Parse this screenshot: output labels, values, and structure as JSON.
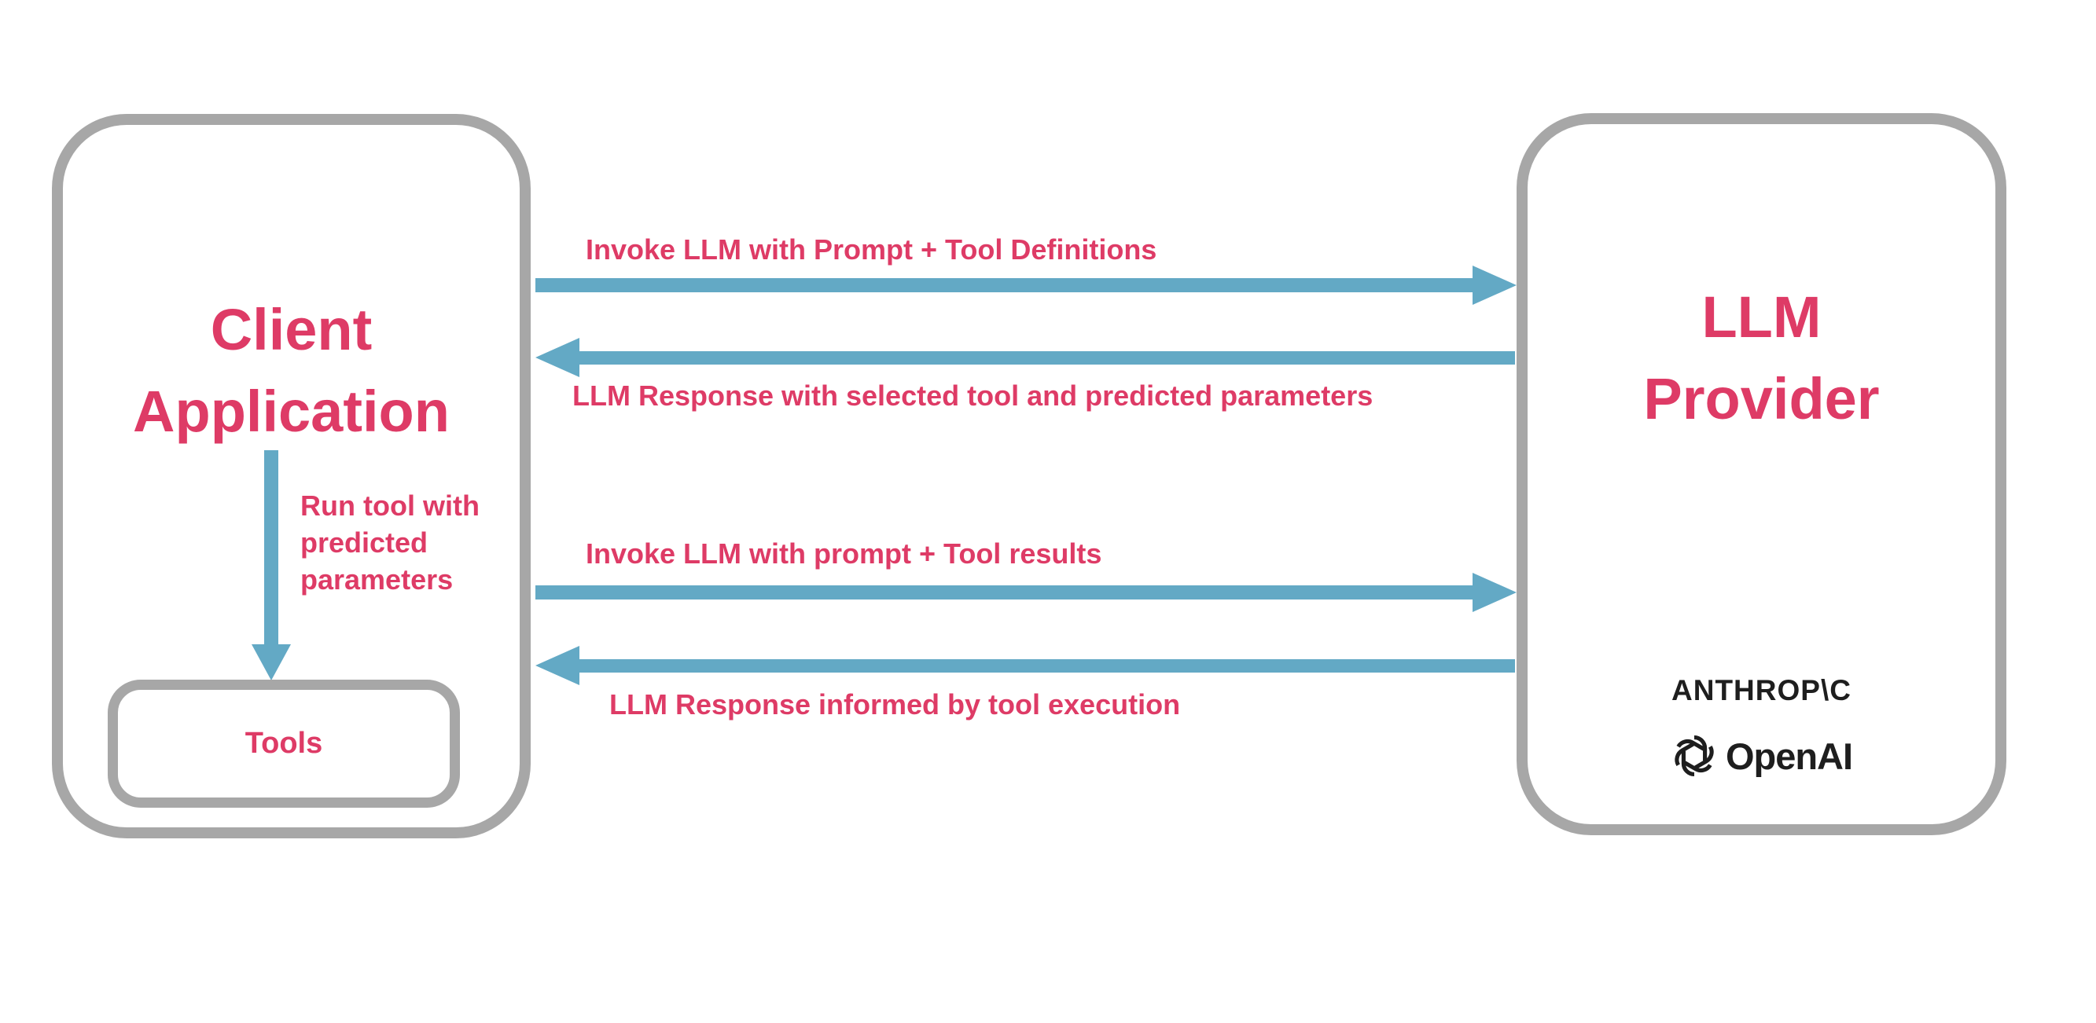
{
  "colors": {
    "pink": "#DE3B66",
    "blue": "#63A9C5",
    "gray": "#A7A7A7",
    "dark": "#1E1E1E",
    "background": "#FFFFFF"
  },
  "client_box": {
    "title": "Client Application",
    "tools_label": "Tools",
    "run_tool_label": "Run tool with predicted parameters"
  },
  "llm_box": {
    "title": "LLM Provider",
    "providers": {
      "anthropic": "ANTHROP\\C",
      "openai": "OpenAI"
    }
  },
  "arrows": [
    {
      "direction": "right",
      "label": "Invoke LLM with Prompt + Tool Definitions"
    },
    {
      "direction": "left",
      "label": "LLM Response with selected tool and predicted parameters"
    },
    {
      "direction": "right",
      "label": "Invoke LLM with prompt + Tool results"
    },
    {
      "direction": "left",
      "label": "LLM Response informed by tool execution"
    }
  ]
}
